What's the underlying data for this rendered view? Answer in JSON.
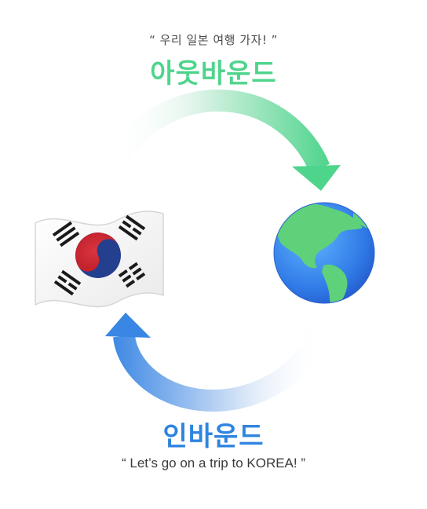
{
  "outbound": {
    "quote": "“ 우리 일본 여행 가자! ”",
    "title": "아웃바운드",
    "color": "#4fd48c"
  },
  "inbound": {
    "title": "인바운드",
    "quote": "“ Let’s go on a trip to KOREA! ”",
    "color": "#2f84e0"
  },
  "icons": {
    "left": "south-korea-flag-icon",
    "right": "globe-americas-icon"
  }
}
